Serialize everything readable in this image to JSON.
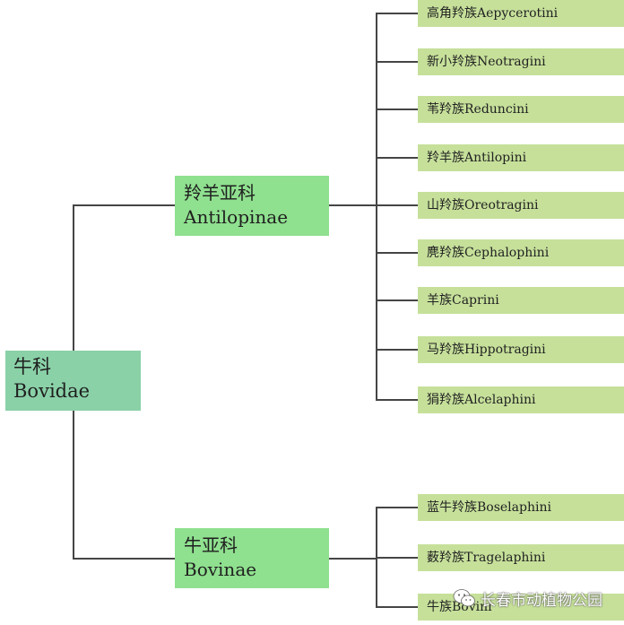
{
  "root": {
    "name_cn": "牛科",
    "name_en": "Bovidae"
  },
  "subfamilies": [
    {
      "name_cn": "羚羊亚科",
      "name_en": "Antilopinae",
      "tribes": [
        "高角羚族Aepycerotini",
        "新小羚族Neotragini",
        "苇羚族Reduncini",
        "羚羊族Antilopini",
        "山羚族Oreotragini",
        "麂羚族Cephalophini",
        "羊族Caprini",
        "马羚族Hippotragini",
        "狷羚族Alcelaphini"
      ]
    },
    {
      "name_cn": "牛亚科",
      "name_en": "Bovinae",
      "tribes": [
        "蓝牛羚族Boselaphini",
        "薮羚族Tragelaphini",
        "牛族Bovini"
      ]
    }
  ],
  "watermark": {
    "text": "长春市动植物公园",
    "icon": "wechat-icon"
  },
  "colors": {
    "root_fill": "#8ad1a8",
    "subfamily_fill": "#8fe08f",
    "tribe_fill": "#c6e09a",
    "connector": "#454545"
  }
}
